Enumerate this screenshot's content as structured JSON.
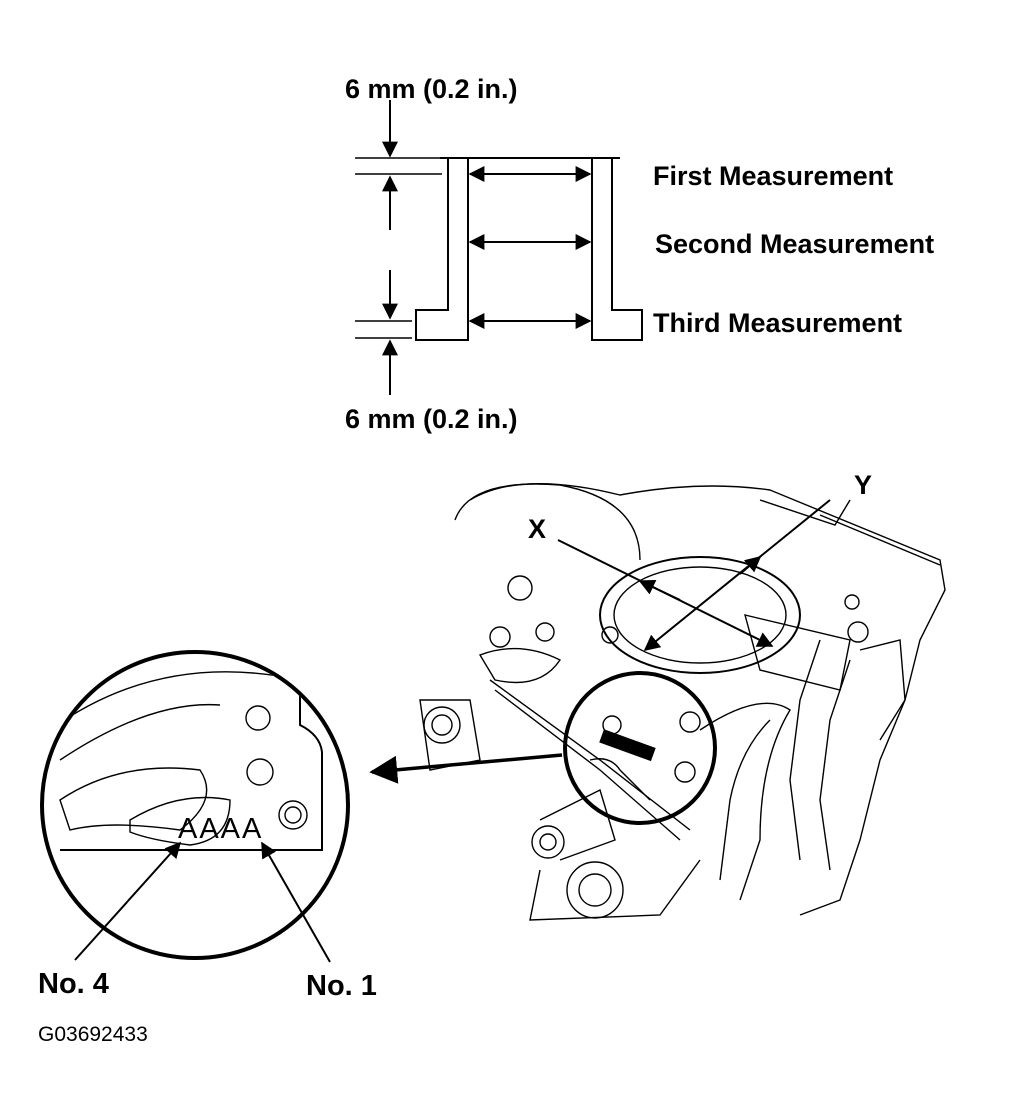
{
  "top_diagram": {
    "top_dimension": "6 mm (0.2 in.)",
    "bottom_dimension": "6 mm (0.2 in.)",
    "measurements": [
      "First Measurement",
      "Second Measurement",
      "Third Measurement"
    ]
  },
  "block_diagram": {
    "axis_x": "X",
    "axis_y": "Y",
    "stamp_code": "AAAA",
    "left_pointer": "No. 4",
    "right_pointer": "No. 1"
  },
  "figure_id": "G03692433"
}
